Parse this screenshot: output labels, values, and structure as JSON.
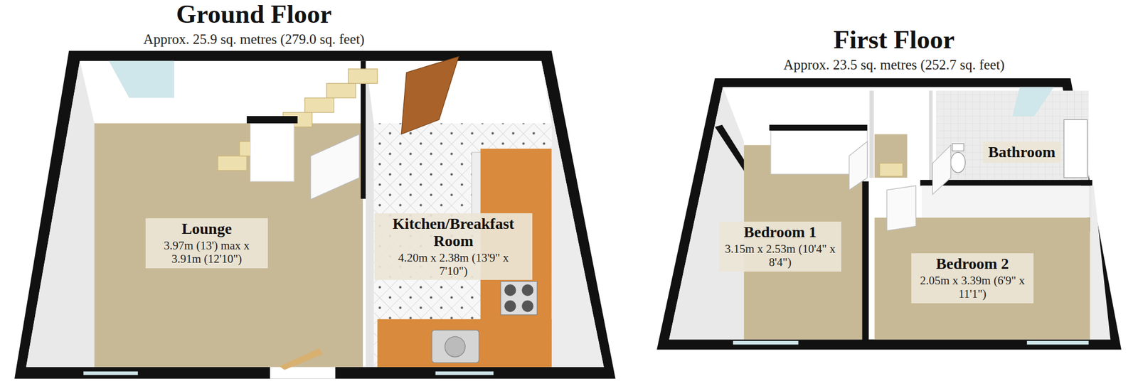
{
  "diagram": {
    "nodes": [
      {
        "text": [
          "Ground Floor",
          "Approx. 25.9 sq. metres (279.0 sq. feet)"
        ]
      },
      {
        "text": [
          "Lounge",
          "3.97m (13') max x 3.91m (12'10\")"
        ],
        "in": 0
      },
      {
        "text": [
          "Kitchen/Breakfast Room",
          "4.20m x 2.38m (13'9\" x 7'10\")"
        ],
        "in": 0
      },
      {
        "text": [
          "First Floor",
          "Approx. 23.5 sq. metres (252.7 sq. feet)"
        ]
      },
      {
        "text": [
          "Bathroom"
        ],
        "in": 3
      },
      {
        "text": [
          "Bedroom 1",
          "3.15m x 2.53m (10'4\" x 8'4\")"
        ],
        "in": 3
      },
      {
        "text": [
          "Bedroom 2",
          "2.05m x 3.39m (6'9\" x 11'1\")"
        ],
        "in": 3
      }
    ]
  }
}
